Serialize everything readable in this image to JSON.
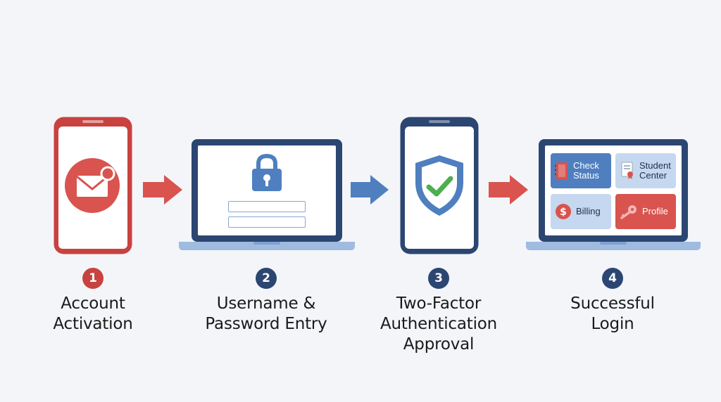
{
  "steps": [
    {
      "number": "1",
      "label_line1": "Account",
      "label_line2": "Activation",
      "label_line3": ""
    },
    {
      "number": "2",
      "label_line1": "Username &",
      "label_line2": "Password Entry",
      "label_line3": ""
    },
    {
      "number": "3",
      "label_line1": "Two-Factor",
      "label_line2": "Authentication",
      "label_line3": "Approval"
    },
    {
      "number": "4",
      "label_line1": "Successful",
      "label_line2": "Login",
      "label_line3": ""
    }
  ],
  "dashboard": {
    "tiles": [
      {
        "line1": "Check",
        "line2": "Status",
        "icon": "notebook-icon"
      },
      {
        "line1": "Student",
        "line2": "Center",
        "icon": "certificate-icon"
      },
      {
        "line1": "Billing",
        "line2": "",
        "icon": "dollar-icon"
      },
      {
        "line1": "Profile",
        "line2": "",
        "icon": "key-icon"
      }
    ]
  },
  "colors": {
    "red": "#c8423f",
    "navy": "#2c4672",
    "blue_arrow": "#4f7fbf",
    "red_arrow": "#d9534f",
    "background": "#f3f5f9"
  }
}
